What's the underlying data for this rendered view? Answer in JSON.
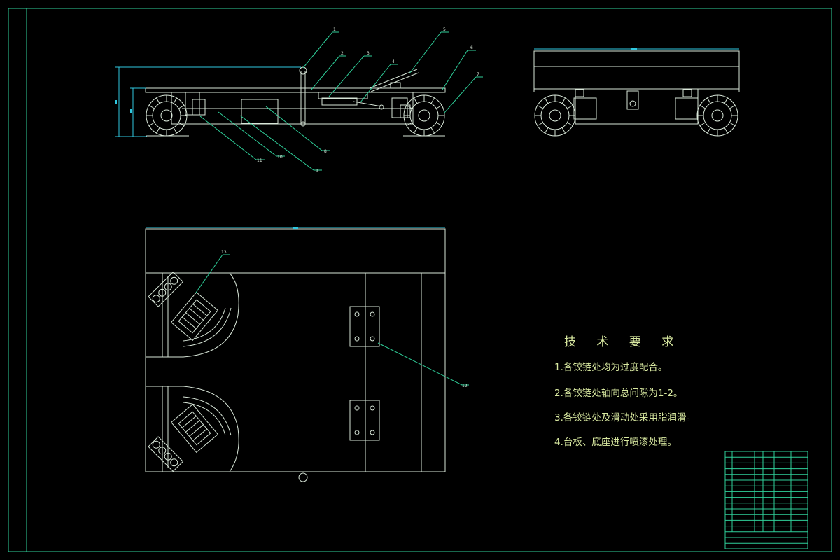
{
  "drawing": {
    "callouts": [
      "1",
      "2",
      "3",
      "4",
      "5",
      "6",
      "7",
      "8",
      "9",
      "10",
      "11",
      "12",
      "13"
    ],
    "tech": {
      "title": "技 术 要 求",
      "items": [
        "1.各铰链处均为过度配合。",
        "2.各铰链处轴向总间隙为1-2。",
        "3.各铰链处及滑动处采用脂润滑。",
        "4.台板、底座进行喷漆处理。"
      ]
    },
    "colors": {
      "frame": "#2fd09a",
      "geometry": "#d8e6d8",
      "dimension": "#30c8e0",
      "text": "#d8e8a0"
    }
  }
}
